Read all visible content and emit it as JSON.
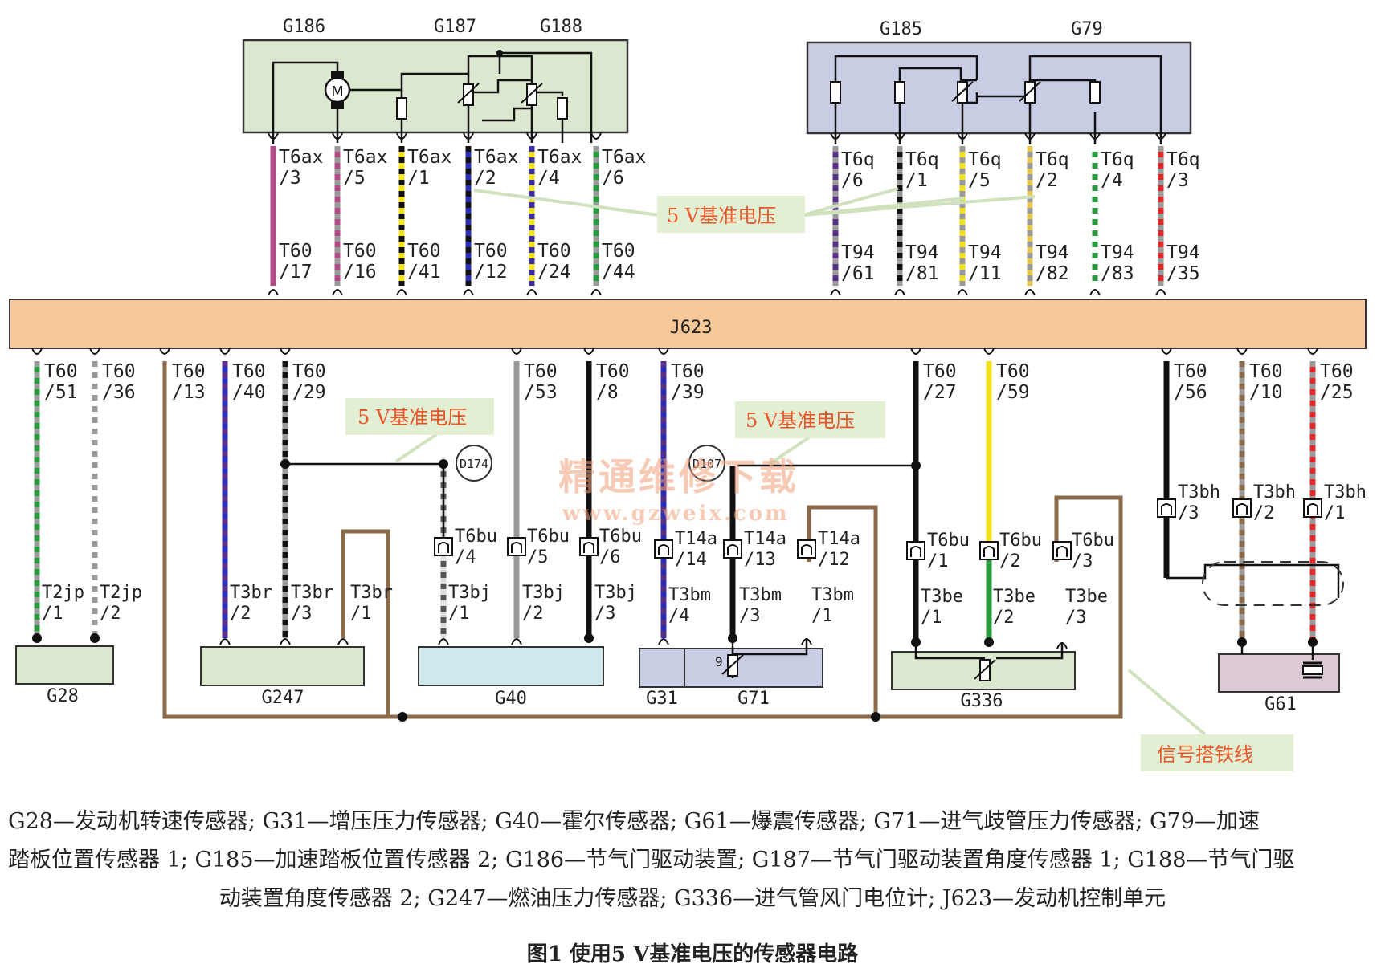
{
  "top_left_block": {
    "labels": [
      "G186",
      "G187",
      "G188"
    ],
    "motor_symbol": "M"
  },
  "top_right_block": {
    "labels": [
      "G185",
      "G79"
    ]
  },
  "ecu": {
    "label": "J623"
  },
  "top_left_wires": [
    {
      "upper": [
        "T6ax",
        "/3"
      ],
      "lower": [
        "T60",
        "/17"
      ],
      "colors": [
        "#b24a86",
        "#b24a86"
      ]
    },
    {
      "upper": [
        "T6ax",
        "/5"
      ],
      "lower": [
        "T60",
        "/16"
      ],
      "colors": [
        "#b24a86",
        "#9a9a9a"
      ]
    },
    {
      "upper": [
        "T6ax",
        "/1"
      ],
      "lower": [
        "T60",
        "/41"
      ],
      "colors": [
        "#f2e21c",
        "#111111"
      ]
    },
    {
      "upper": [
        "T6ax",
        "/2"
      ],
      "lower": [
        "T60",
        "/12"
      ],
      "colors": [
        "#2c2fb6",
        "#111111"
      ]
    },
    {
      "upper": [
        "T6ax",
        "/4"
      ],
      "lower": [
        "T60",
        "/24"
      ],
      "colors": [
        "#f2e21c",
        "#3a2ea0"
      ]
    },
    {
      "upper": [
        "T6ax",
        "/6"
      ],
      "lower": [
        "T60",
        "/44"
      ],
      "colors": [
        "#2a9a3e",
        "#9a9a9a"
      ]
    }
  ],
  "top_right_wires": [
    {
      "upper": [
        "T6q",
        "/6"
      ],
      "lower": [
        "T94",
        "/61"
      ],
      "colors": [
        "#5a2f8a",
        "#9a9a9a"
      ]
    },
    {
      "upper": [
        "T6q",
        "/1"
      ],
      "lower": [
        "T94",
        "/81"
      ],
      "colors": [
        "#111111",
        "#9a9a9a"
      ]
    },
    {
      "upper": [
        "T6q",
        "/5"
      ],
      "lower": [
        "T94",
        "/11"
      ],
      "colors": [
        "#f2e21c",
        "#9a9a9a"
      ]
    },
    {
      "upper": [
        "T6q",
        "/2"
      ],
      "lower": [
        "T94",
        "/82"
      ],
      "colors": [
        "#9a9a9a",
        "#e2c850"
      ]
    },
    {
      "upper": [
        "T6q",
        "/4"
      ],
      "lower": [
        "T94",
        "/83"
      ],
      "colors": [
        "#2a9a3e",
        "#ffffff"
      ]
    },
    {
      "upper": [
        "T6q",
        "/3"
      ],
      "lower": [
        "T94",
        "/35"
      ],
      "colors": [
        "#e02828",
        "#9a9a9a"
      ]
    }
  ],
  "annotations": {
    "ref_voltage_top": "5 V基准电压",
    "ref_voltage_left": "5 V基准电压",
    "ref_voltage_mid": "5 V基准电压",
    "signal_ground": "信号搭铁线"
  },
  "ground_points": [
    "D174",
    "D107"
  ],
  "watermark": {
    "line1": "精通维修下载",
    "line2": "www.gzweix.com"
  },
  "bottom_pins": {
    "g28": [
      [
        "T60",
        "/51"
      ],
      [
        "T60",
        "/36"
      ]
    ],
    "g247": [
      [
        "T60",
        "/13"
      ],
      [
        "T60",
        "/40"
      ],
      [
        "T60",
        "/29"
      ]
    ],
    "g40": [
      [
        "T60",
        "/53"
      ],
      [
        "T60",
        "/8"
      ]
    ],
    "g31": [
      [
        "T60",
        "/39"
      ]
    ],
    "g336": [
      [
        "T60",
        "/27"
      ],
      [
        "T60",
        "/59"
      ]
    ],
    "g61": [
      [
        "T60",
        "/56"
      ],
      [
        "T60",
        "/10"
      ],
      [
        "T60",
        "/25"
      ]
    ]
  },
  "connectors": {
    "t2jp": [
      [
        "T2jp",
        "/1"
      ],
      [
        "T2jp",
        "/2"
      ]
    ],
    "t3br": [
      [
        "T3br",
        "/2"
      ],
      [
        "T3br",
        "/3"
      ],
      [
        "T3br",
        "/1"
      ]
    ],
    "t6bu_a": [
      [
        "T6bu",
        "/4"
      ],
      [
        "T6bu",
        "/5"
      ],
      [
        "T6bu",
        "/6"
      ]
    ],
    "t3bj": [
      [
        "T3bj",
        "/1"
      ],
      [
        "T3bj",
        "/2"
      ],
      [
        "T3bj",
        "/3"
      ]
    ],
    "t14a": [
      [
        "T14a",
        "/14"
      ],
      [
        "T14a",
        "/13"
      ],
      [
        "T14a",
        "/12"
      ]
    ],
    "t3bm": [
      [
        "T3bm",
        "/4"
      ],
      [
        "T3bm",
        "/3"
      ],
      [
        "T3bm",
        "/1"
      ]
    ],
    "t6bu_b": [
      [
        "T6bu",
        "/1"
      ],
      [
        "T6bu",
        "/2"
      ],
      [
        "T6bu",
        "/3"
      ]
    ],
    "t3be": [
      [
        "T3be",
        "/1"
      ],
      [
        "T3be",
        "/2"
      ],
      [
        "T3be",
        "/3"
      ]
    ],
    "t3bh": [
      [
        "T3bh",
        "/3"
      ],
      [
        "T3bh",
        "/2"
      ],
      [
        "T3bh",
        "/1"
      ]
    ]
  },
  "components": {
    "g28": "G28",
    "g247": "G247",
    "g40": "G40",
    "g31": "G31",
    "g71": "G71",
    "g336": "G336",
    "g61": "G61",
    "g71_mark": "9"
  },
  "legend": {
    "line1": "G28—发动机转速传感器; G31—增压压力传感器; G40—霍尔传感器; G61—爆震传感器; G71—进气歧管压力传感器; G79—加速",
    "line2": "踏板位置传感器 1; G185—加速踏板位置传感器 2; G186—节气门驱动装置; G187—节气门驱动装置角度传感器 1; G188—节气门驱",
    "line3": "动装置角度传感器 2; G247—燃油压力传感器; G336—进气管风门电位计; J623—发动机控制单元"
  },
  "figure_title": "图1    使用5 V基准电压的传感器电路",
  "colors": {
    "ecu_fill": "#f7c99a",
    "left_block_fill": "#dbe8cf",
    "right_block_fill": "#c9cde3",
    "callout_fill": "#e3efd2",
    "callout_text": "#e8562a",
    "ground_wire": "#8a6a4a"
  }
}
